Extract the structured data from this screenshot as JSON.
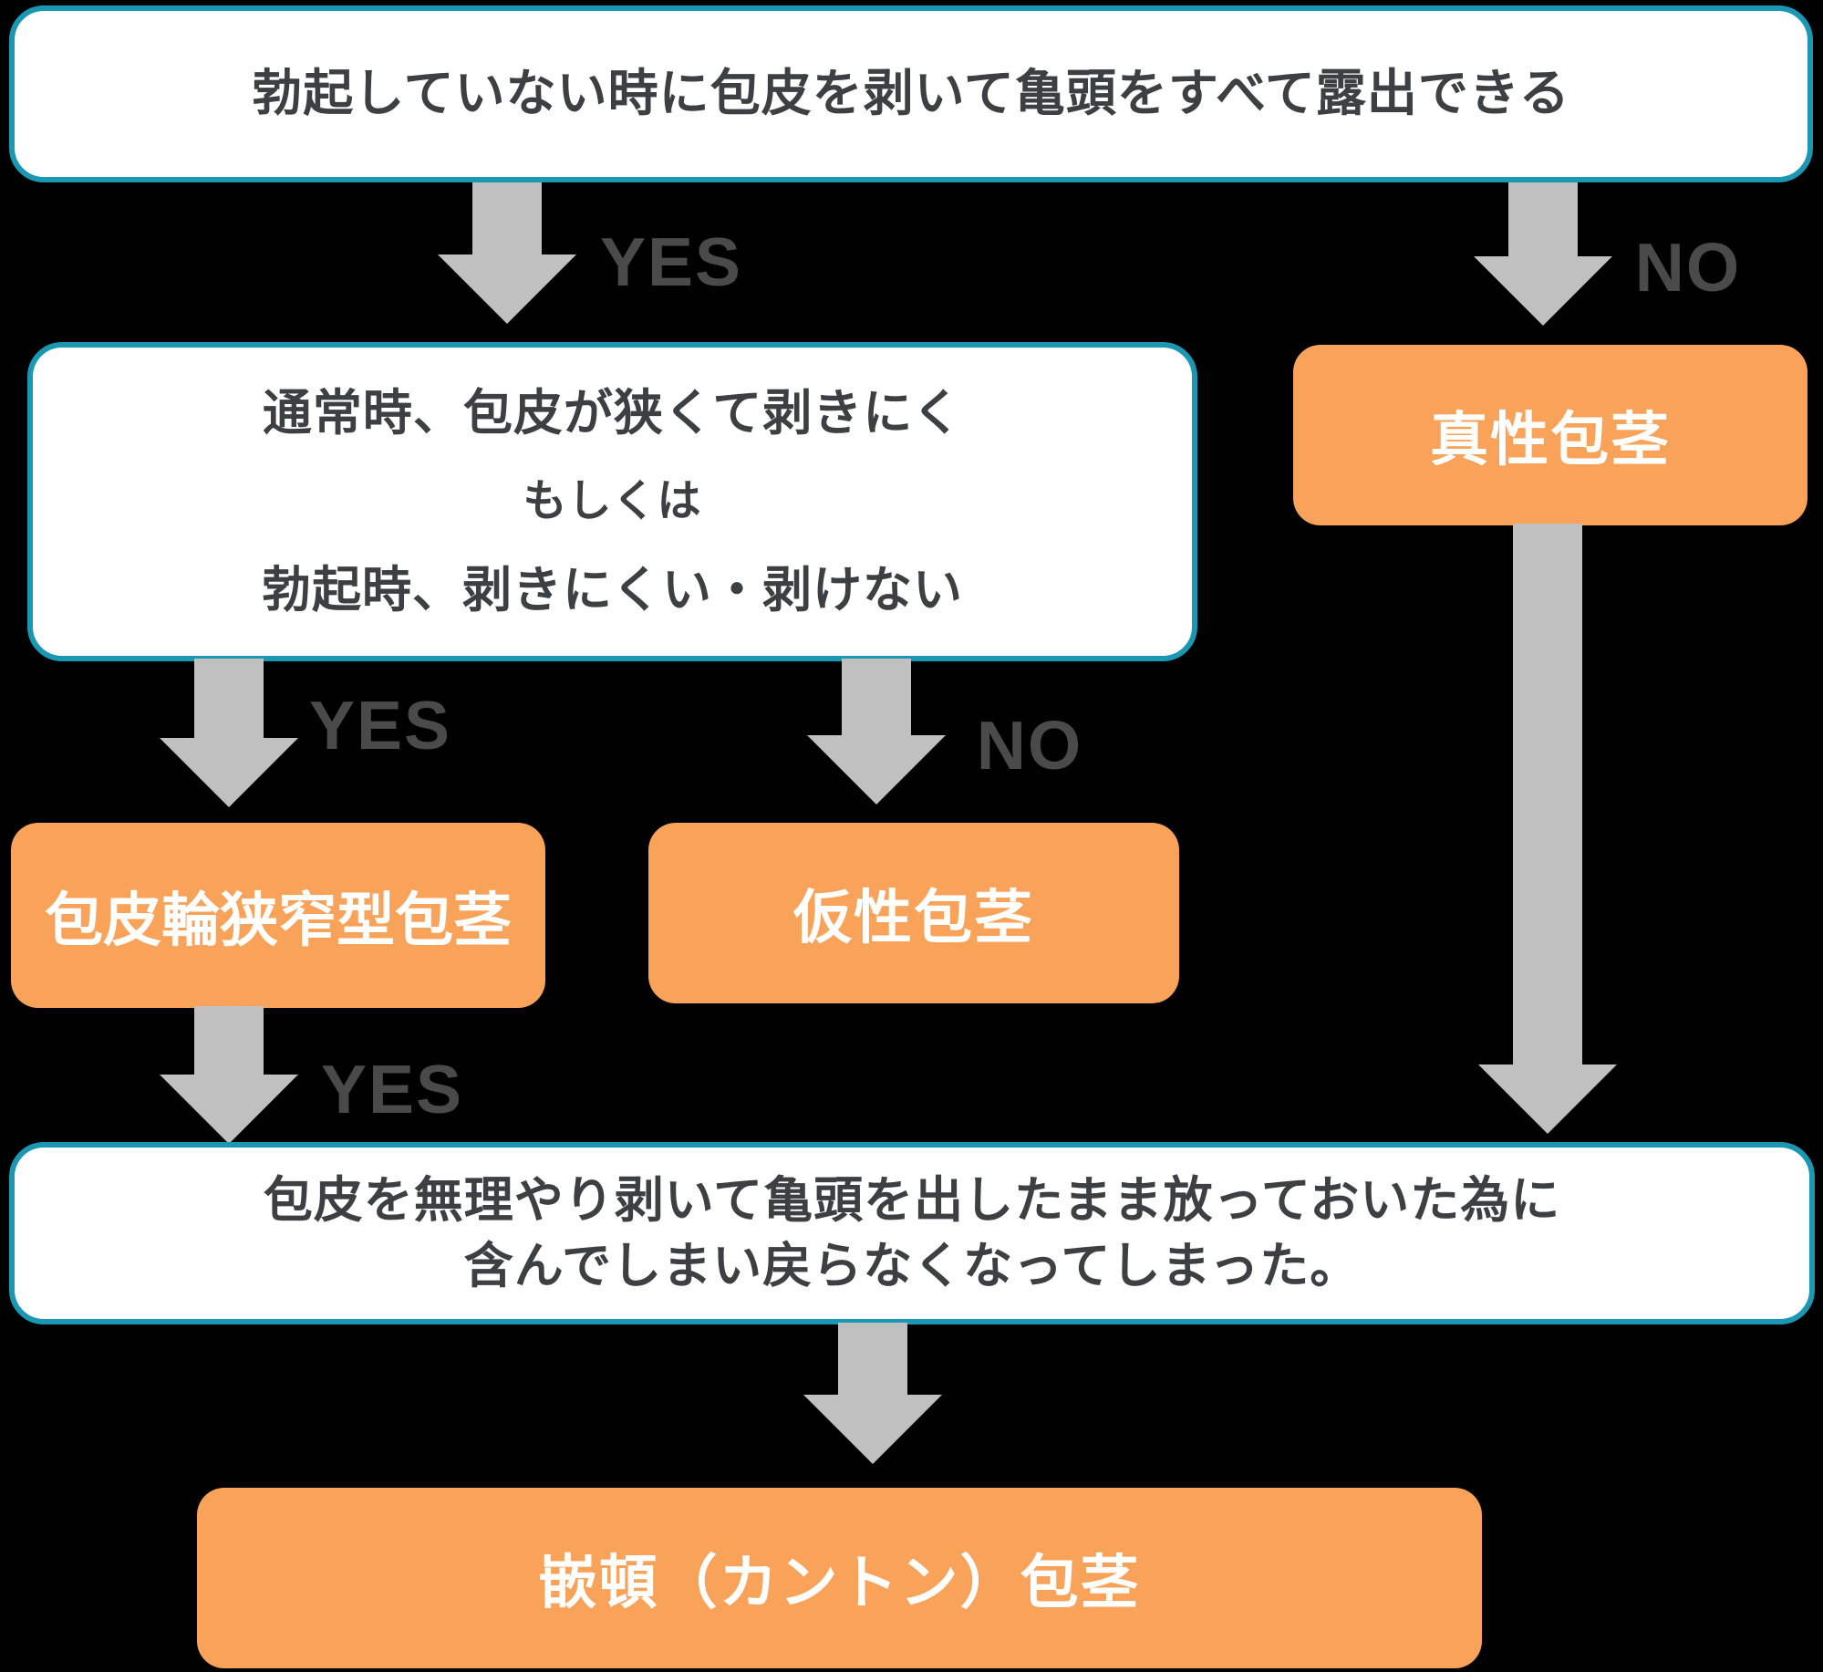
{
  "diagram": {
    "title": "phimosis-type-flowchart",
    "colors": {
      "background": "#000000",
      "question_border": "#1a97b2",
      "question_fill": "#ffffff",
      "question_text": "#3d4043",
      "result_fill": "#f9a35a",
      "result_text": "#ffffff",
      "arrow": "#c0c0c0",
      "branch_label": "#4a4a4a"
    },
    "nodes": {
      "q1": {
        "text": "勃起していない時に包皮を剥いて亀頭をすべて露出できる"
      },
      "q2": {
        "lines": [
          "通常時、包皮が狭くて剥きにく",
          "もしくは",
          "勃起時、剥きにくい・剥けない"
        ]
      },
      "result_shinsei": {
        "text": "真性包茎"
      },
      "result_hokihirin": {
        "text": "包皮輪狭窄型包茎"
      },
      "result_kasei": {
        "text": "仮性包茎"
      },
      "q3": {
        "lines": [
          "包皮を無理やり剥いて亀頭を出したまま放っておいた為に",
          "含んでしまい戻らなくなってしまった。"
        ]
      },
      "result_kanton": {
        "text": "嵌頓（カントン）包茎"
      }
    },
    "labels": {
      "yes1": "YES",
      "no1": "NO",
      "yes2": "YES",
      "no2": "NO",
      "yes3": "YES"
    }
  }
}
